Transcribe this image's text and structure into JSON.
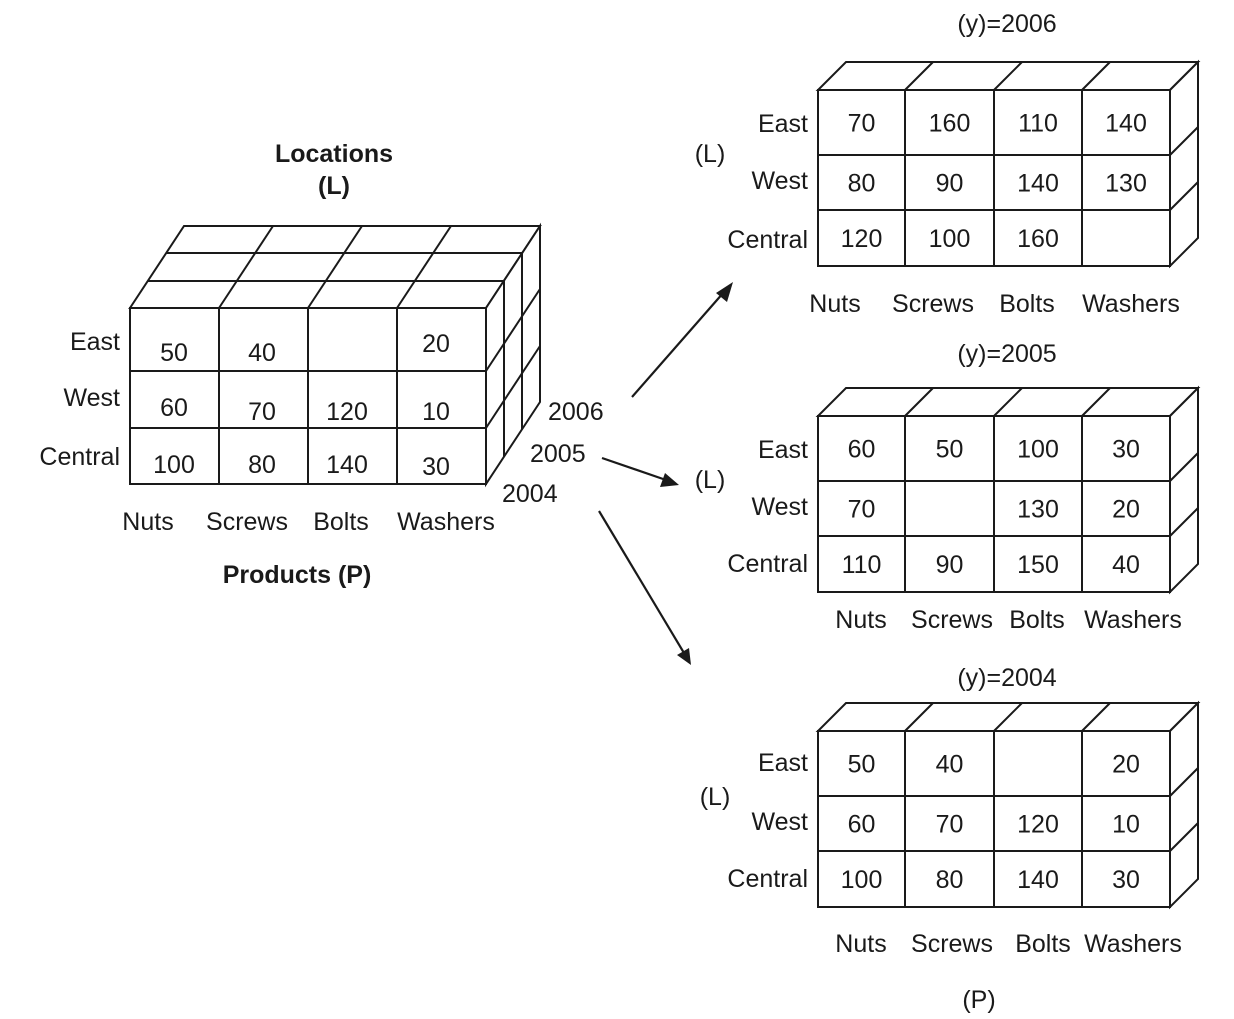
{
  "cube": {
    "title_line1": "Locations",
    "title_line2": "(L)",
    "x_axis_title": "Products (P)",
    "rows": [
      "East",
      "West",
      "Central"
    ],
    "cols": [
      "Nuts",
      "Screws",
      "Bolts",
      "Washers"
    ],
    "depth_labels": [
      "2006",
      "2005",
      "2004"
    ],
    "front_values": [
      [
        "50",
        "40",
        "",
        "20"
      ],
      [
        "60",
        "70",
        "120",
        "10"
      ],
      [
        "100",
        "80",
        "140",
        "30"
      ]
    ]
  },
  "slices": [
    {
      "title": "(y)=2006",
      "axis_label": "(L)",
      "rows": [
        "East",
        "West",
        "Central"
      ],
      "cols": [
        "Nuts",
        "Screws",
        "Bolts",
        "Washers"
      ],
      "values": [
        [
          "70",
          "160",
          "110",
          "140"
        ],
        [
          "80",
          "90",
          "140",
          "130"
        ],
        [
          "120",
          "100",
          "160",
          ""
        ]
      ]
    },
    {
      "title": "(y)=2005",
      "axis_label": "(L)",
      "rows": [
        "East",
        "West",
        "Central"
      ],
      "cols": [
        "Nuts",
        "Screws",
        "Bolts",
        "Washers"
      ],
      "values": [
        [
          "60",
          "50",
          "100",
          "30"
        ],
        [
          "70",
          "",
          "130",
          "20"
        ],
        [
          "110",
          "90",
          "150",
          "40"
        ]
      ]
    },
    {
      "title": "(y)=2004",
      "axis_label": "(L)",
      "rows": [
        "East",
        "West",
        "Central"
      ],
      "cols": [
        "Nuts",
        "Screws",
        "Bolts",
        "Washers"
      ],
      "values": [
        [
          "50",
          "40",
          "",
          "20"
        ],
        [
          "60",
          "70",
          "120",
          "10"
        ],
        [
          "100",
          "80",
          "140",
          "30"
        ]
      ]
    }
  ],
  "bottom_axis_label": "(P)"
}
